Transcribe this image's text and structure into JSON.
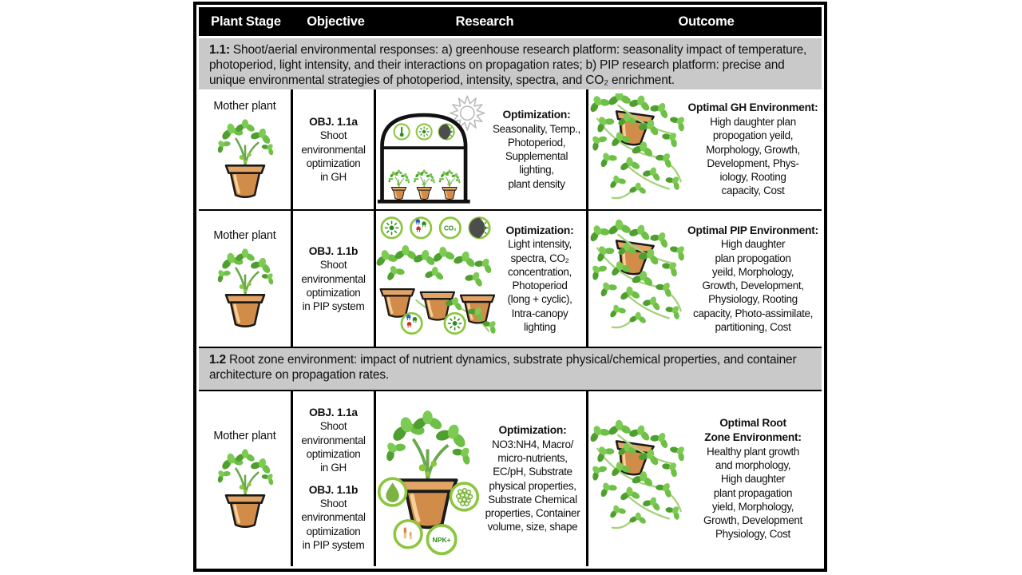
{
  "header": {
    "columns": [
      "Plant Stage",
      "Objective",
      "Research",
      "Outcome"
    ]
  },
  "sections": {
    "s11": {
      "num": "1.1:",
      "text": "Shoot/aerial environmental responses: a) greenhouse research platform: seasonality impact of temperature, photoperiod, light intensity, and their interactions on propagation rates; b) PIP research platform: precise and unique environmental strategies of photoperiod, intensity, spectra, and CO₂ enrichment."
    },
    "s12": {
      "num": "1.2",
      "text": "Root zone environment: impact of nutrient dynamics, substrate physical/chemical properties, and container architecture on propagation rates."
    }
  },
  "rows": {
    "r1": {
      "stage_label": "Mother plant",
      "obj_title": "OBJ. 1.1a",
      "obj_body": "Shoot\nenvironmental\noptimization\nin GH",
      "research_title": "Optimization:",
      "research_body": "Seasonality, Temp.,\nPhotoperiod,\nSupplemental\nlighting,\nplant density",
      "outcome_title": "Optimal GH Environment:",
      "outcome_body": "High daughter plan\npropogation yeild,\nMorphology, Growth,\nDevelopment, Phys-\niology, Rooting\ncapacity, Cost"
    },
    "r2": {
      "stage_label": "Mother plant",
      "obj_title": "OBJ. 1.1b",
      "obj_body": "Shoot\nenvironmental\noptimization\nin PIP system",
      "research_title": "Optimization:",
      "research_body": "Light intensity,\nspectra, CO₂\nconcentration,\nPhotoperiod\n(long + cyclic),\nIntra-canopy\nlighting",
      "outcome_title": "Optimal PIP Environment:",
      "outcome_body": "High daughter\nplan propogation\nyeild, Morphology,\nGrowth, Development,\nPhysiology, Rooting\ncapacity, Photo-assimilate,\npartitioning, Cost"
    },
    "r3": {
      "stage_label": "Mother plant",
      "obj1_title": "OBJ. 1.1a",
      "obj1_body": "Shoot\nenvironmental\noptimization\nin GH",
      "obj2_title": "OBJ. 1.1b",
      "obj2_body": "Shoot\nenvironmental\noptimization\nin PIP system",
      "research_title": "Optimization:",
      "research_body": "NO3:NH4, Macro/\nmicro-nutrients,\nEC/pH, Substrate\nphysical properties,\nSubstrate Chemical\nproperties, Container\nvolume, size, shape",
      "outcome_title": "Optimal Root\nZone Environment:",
      "outcome_body": "Healthy plant growth\nand morphology,\nHigh daughter\nplant propagation\nyield, Morphology,\nGrowth, Development\nPhysiology, Cost"
    }
  },
  "icons": {
    "co2_label": "CO₂",
    "npk_label": "NPK+",
    "icon_names": [
      "sun-icon",
      "thermometer-icon",
      "light-intensity-icon",
      "photoperiod-icon",
      "led-spectra-icon",
      "co2-icon",
      "water-droplet-icon",
      "substrate-particles-icon",
      "ec-ph-probe-icon",
      "npk-nutrients-icon"
    ]
  },
  "colors": {
    "accent_green": "#8cc63f",
    "dark_green": "#2f8b1d",
    "pot_tan": "#d18c4a",
    "banner_gray": "#c9c9c9",
    "header_bg": "#000000"
  }
}
